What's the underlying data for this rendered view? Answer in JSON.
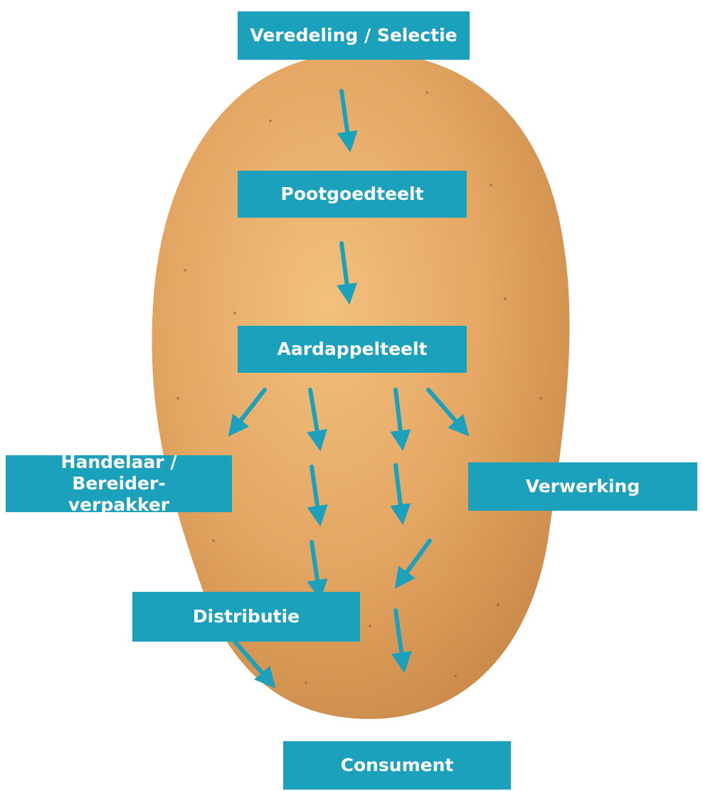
{
  "colors": {
    "box": "#1ba1bb",
    "arrow": "#1ba1bb",
    "potato": "#e0a15a"
  },
  "nodes": {
    "veredeling": "Veredeling / Selectie",
    "pootgoedteelt": "Pootgoedteelt",
    "aardappelteelt": "Aardappelteelt",
    "handelaar_line1": "Handelaar / Bereider-",
    "handelaar_line2": "verpakker",
    "verwerking": "Verwerking",
    "distributie": "Distributie",
    "consument": "Consument"
  }
}
